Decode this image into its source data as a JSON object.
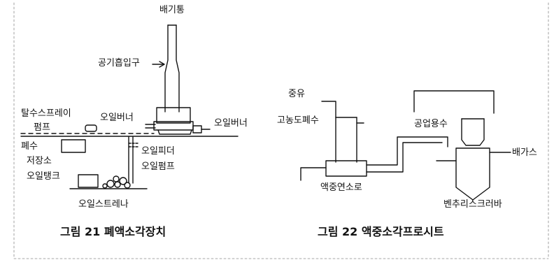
{
  "figure21": {
    "caption": "그림 21 폐액소각장치",
    "labels": {
      "stack": "배기통",
      "air_intake": "공기흡입구",
      "dehydration_spray_pump": "탈수스프레이",
      "pump": "펌프",
      "oil_burner_left": "오일버너",
      "oil_burner_right": "오일버너",
      "waste_water": "폐수",
      "storage": "저장소",
      "oil_feeder": "오일피더",
      "oil_pump": "오일펌프",
      "oil_tank": "오일탱크",
      "oil_strainer": "오일스트레나"
    }
  },
  "figure22": {
    "caption": "그림 22 액중소각프로시트",
    "labels": {
      "heavy_oil": "중유",
      "high_conc_waste": "고농도폐수",
      "industrial_water": "공업용수",
      "exhaust_gas": "배가스",
      "submerged_furnace": "액중연소로",
      "venturi_scrubber": "벤추리스크러바"
    }
  },
  "colors": {
    "ink": "#111111",
    "frame": "#8a8a8a",
    "background": "#ffffff"
  }
}
